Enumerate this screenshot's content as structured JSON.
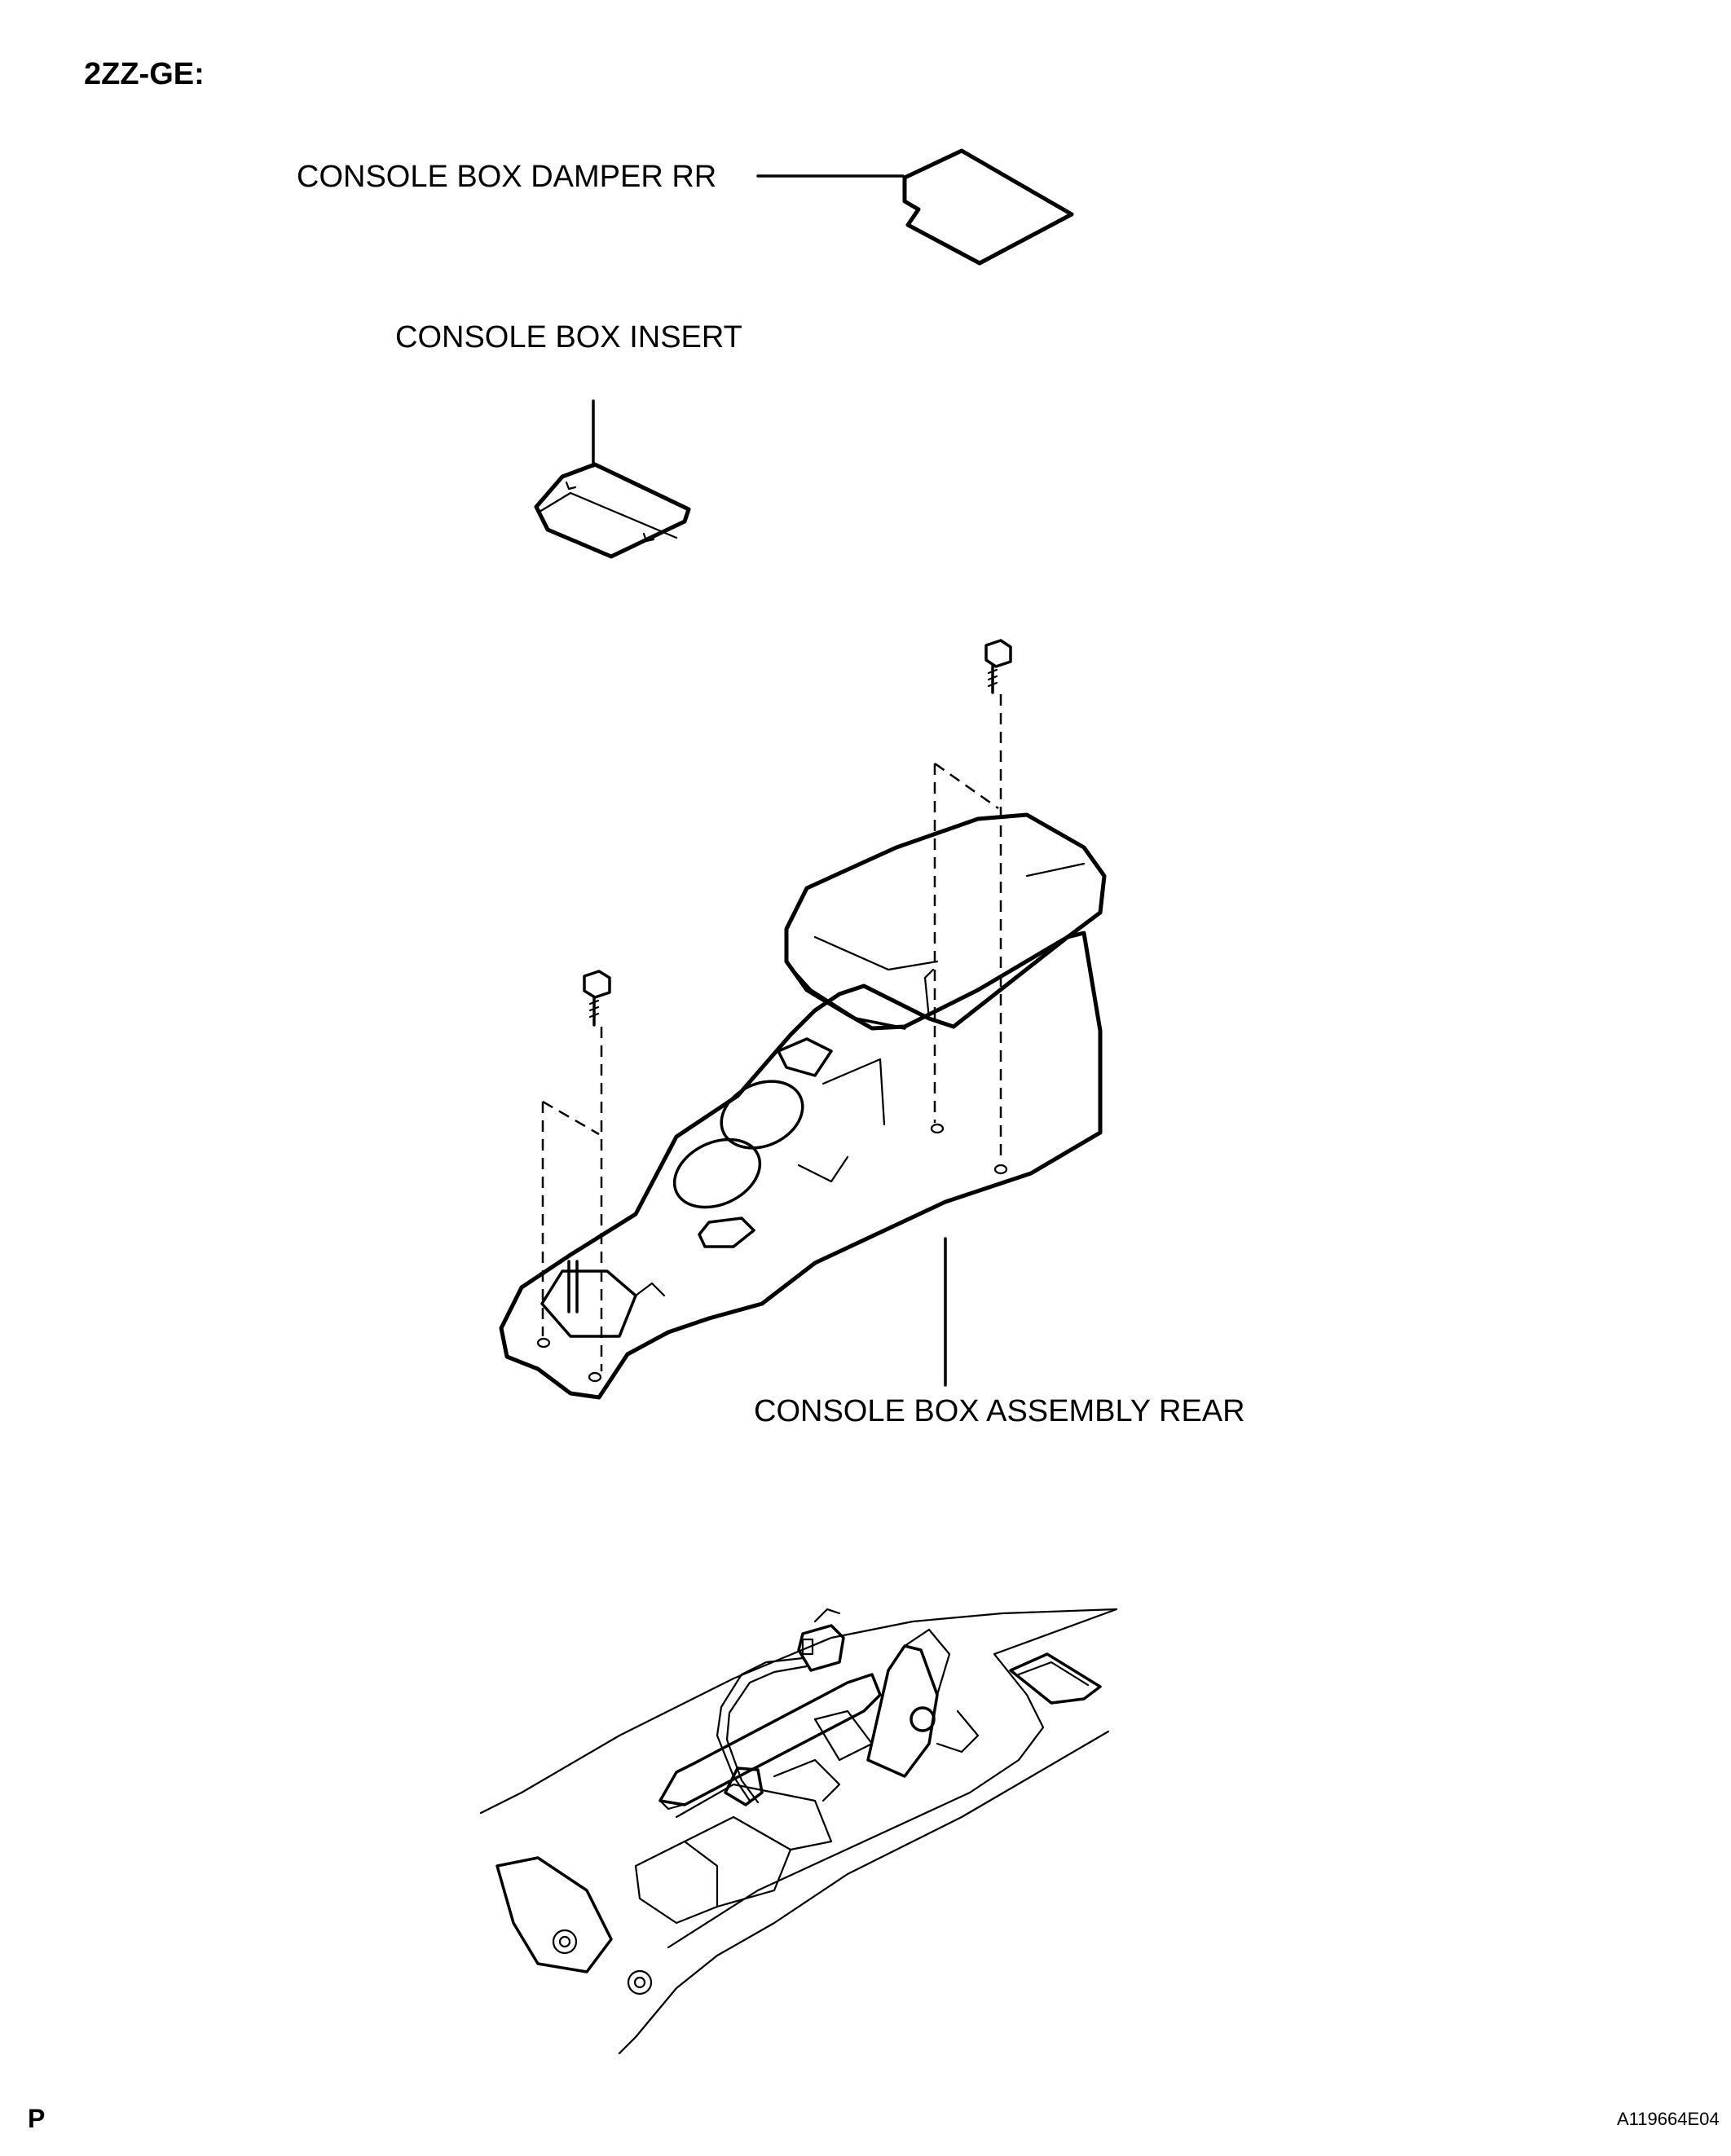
{
  "header": {
    "engine_code": "2ZZ-GE:"
  },
  "labels": {
    "damper": "CONSOLE BOX DAMPER RR",
    "insert": "CONSOLE BOX INSERT",
    "assembly": "CONSOLE BOX ASSEMBLY REAR"
  },
  "footer": {
    "corner_mark": "P",
    "figure_id": "A119664E04"
  }
}
